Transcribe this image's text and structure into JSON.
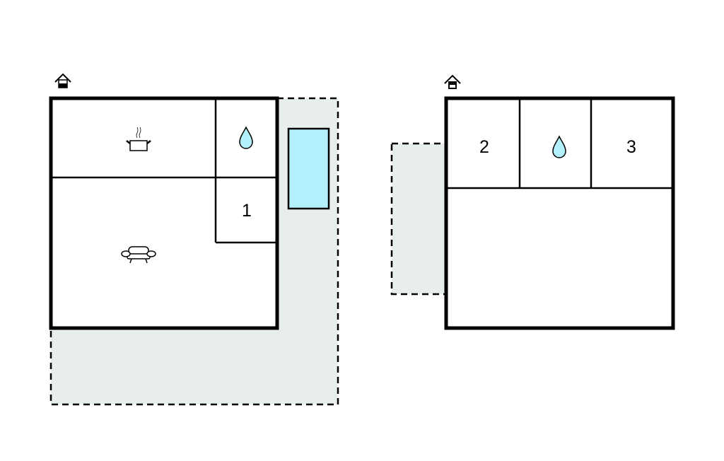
{
  "floors": [
    {
      "name": "ground-floor",
      "floor_icon": "house-ground-floor-icon",
      "rooms": [
        {
          "type": "kitchen",
          "icon": "cooking-pot-icon"
        },
        {
          "type": "bathroom",
          "icon": "water-drop-icon"
        },
        {
          "type": "bedroom",
          "label": "1"
        },
        {
          "type": "living-room",
          "icon": "sofa-icon"
        }
      ],
      "outdoor": [
        "terrace",
        "pool"
      ]
    },
    {
      "name": "upper-floor",
      "floor_icon": "house-upper-floor-icon",
      "rooms": [
        {
          "type": "bedroom",
          "label": "2"
        },
        {
          "type": "bathroom",
          "icon": "water-drop-icon"
        },
        {
          "type": "bedroom",
          "label": "3"
        },
        {
          "type": "open-room"
        }
      ],
      "outdoor": [
        "balcony"
      ]
    }
  ],
  "colors": {
    "wall": "#000000",
    "terrace": "#e8eeed",
    "pool": "#b3f0fb",
    "drop": "#b3f0fb"
  }
}
